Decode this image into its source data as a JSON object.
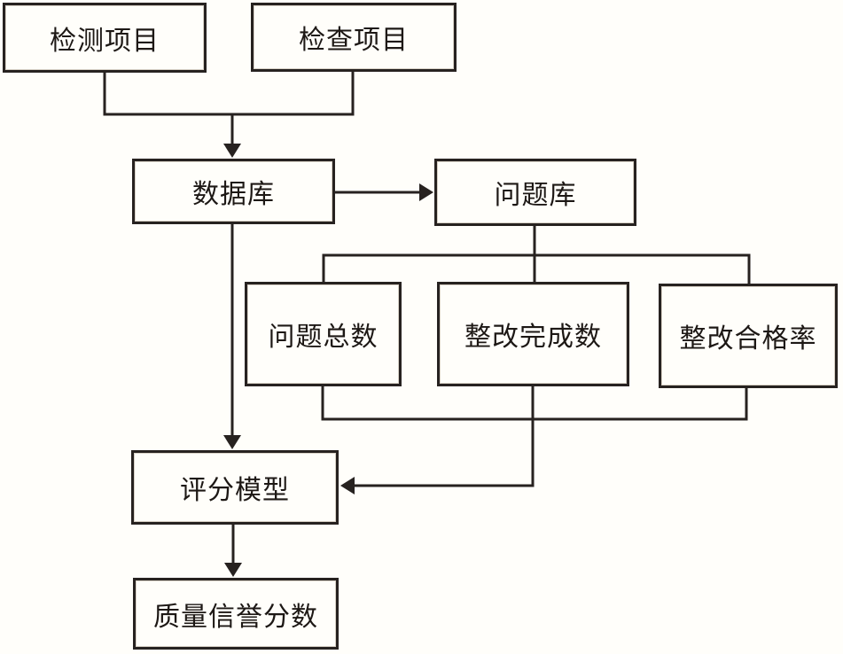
{
  "nodes": {
    "detection_project": "检测项目",
    "inspection_project": "检查项目",
    "database": "数据库",
    "problem_library": "问题库",
    "problem_total": "问题总数",
    "rectification_completed": "整改完成数",
    "rectification_pass_rate": "整改合格率",
    "scoring_model": "评分模型",
    "quality_reputation_score": "质量信誉分数"
  },
  "colors": {
    "line": "#272220",
    "background": "#fffefa",
    "text": "#1d1815"
  }
}
